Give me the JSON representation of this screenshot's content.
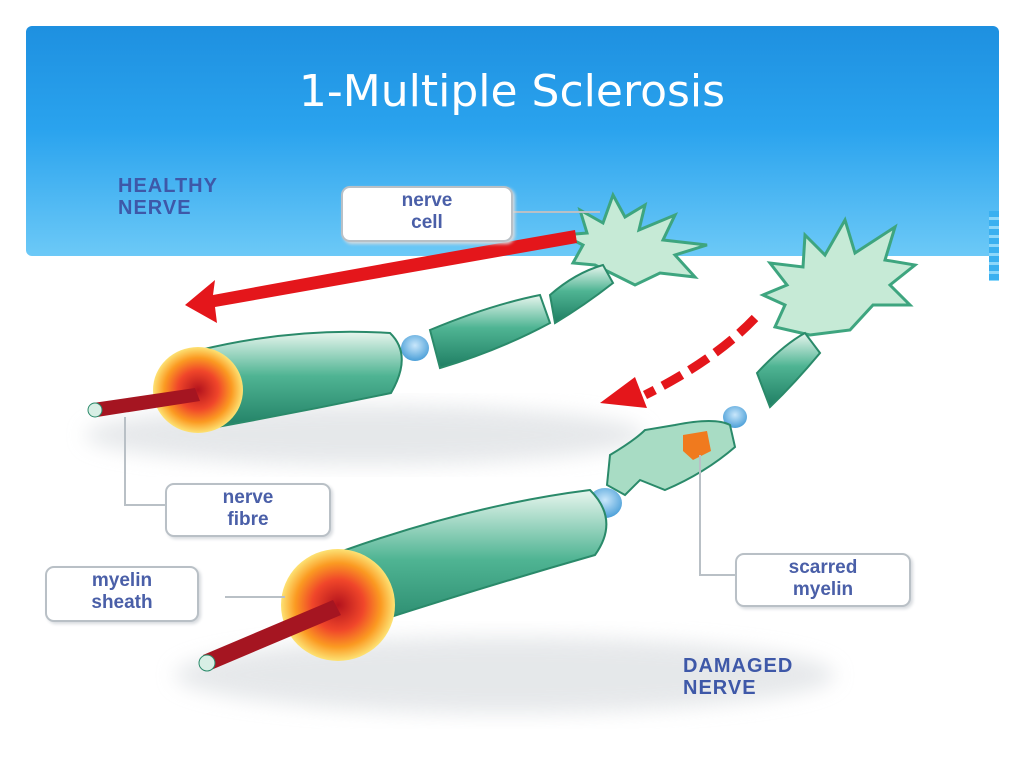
{
  "slide": {
    "title": "1-Multiple Sclerosis"
  },
  "diagram": {
    "healthy_caption": [
      "HEALTHY",
      "NERVE"
    ],
    "damaged_caption": [
      "DAMAGED",
      "NERVE"
    ],
    "labels": {
      "nerve_cell": [
        "nerve",
        "cell"
      ],
      "nerve_fibre": [
        "nerve",
        "fibre"
      ],
      "myelin_sheath": [
        "myelin",
        "sheath"
      ],
      "scarred_myelin": [
        "scarred",
        "myelin"
      ]
    },
    "colors": {
      "title_bar": "#1e90e0",
      "myelin": "#2f9a78",
      "cell": "#c9ead9",
      "arrow": "#e4161b",
      "text": "#3e58a8"
    }
  }
}
